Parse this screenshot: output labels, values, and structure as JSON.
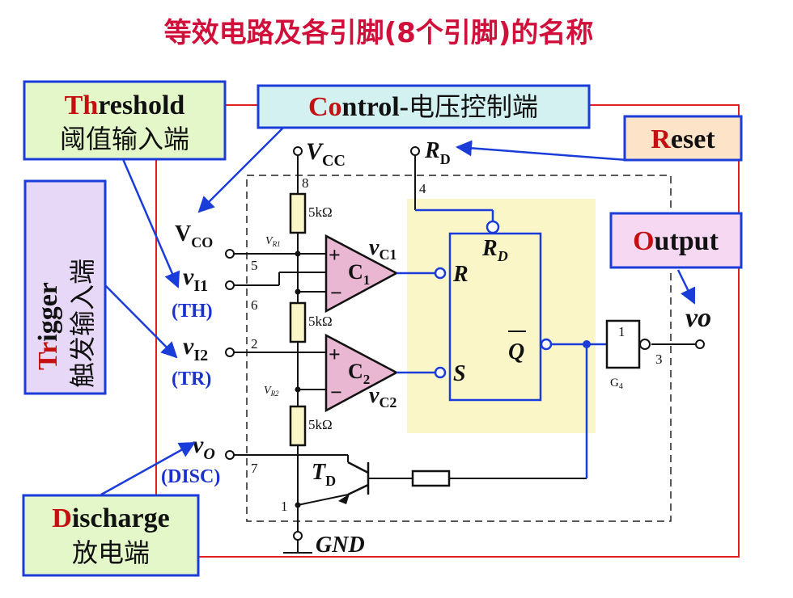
{
  "title": "等效电路及各引脚(8个引脚)的名称",
  "colors": {
    "title": "#d0103a",
    "outline_red": "#e02020",
    "label_blue": "#1a30d0",
    "accent_red": "#c41010",
    "wire_blue": "#1a3cd8",
    "box_green": "#e3f7c9",
    "box_cyan": "#d3f1f1",
    "box_orange": "#fde4c9",
    "box_pink": "#f6d8f2",
    "box_lavender": "#e7d8f8",
    "flipflop_yellow": "#fbf6c8",
    "comparator_pink": "#e9b7d2"
  },
  "callouts": {
    "threshold": {
      "hl": "Th",
      "rest": "reshold",
      "cn": "阈值输入端"
    },
    "control": {
      "hl": "Co",
      "rest": "ntrol-",
      "cn": "电压控制端"
    },
    "reset": {
      "hl": "R",
      "rest": "eset"
    },
    "trigger": {
      "hl": "Tr",
      "rest": "igger",
      "cn": "触发输入端"
    },
    "output": {
      "hl": "O",
      "rest": "utput"
    },
    "discharge": {
      "hl": "D",
      "rest": "ischarge",
      "cn": "放电端"
    }
  },
  "circuit": {
    "vcc": {
      "main": "V",
      "sub": "CC"
    },
    "rd_top": {
      "main": "R",
      "sub": "D"
    },
    "vco": {
      "main": "V",
      "sub": "CO"
    },
    "vi1": {
      "main": "v",
      "sub": "I1"
    },
    "th": "(TH)",
    "vi2": {
      "main": "v",
      "sub": "I2"
    },
    "tr": "(TR)",
    "vo_disc": {
      "main": "v",
      "sub": "O"
    },
    "disc": "(DISC)",
    "vo": "vo",
    "gnd": "GND",
    "vr1": {
      "main": "V",
      "sub": "R1"
    },
    "vr2": {
      "main": "V",
      "sub": "R2"
    },
    "resistor": "5kΩ",
    "pins": {
      "p8": "8",
      "p4": "4",
      "p5": "5",
      "p6": "6",
      "p2": "2",
      "p7": "7",
      "p1": "1",
      "p3": "3"
    },
    "c1": {
      "main": "C",
      "sub": "1"
    },
    "c2": {
      "main": "C",
      "sub": "2"
    },
    "vc1": {
      "main": "v",
      "sub": "C1"
    },
    "vc2": {
      "main": "v",
      "sub": "C2"
    },
    "plus": "+",
    "minus": "−",
    "ff_r": "R",
    "ff_s": "S",
    "ff_q": "Q",
    "ff_rd": {
      "main": "R",
      "sub": "D"
    },
    "gate_one": "1",
    "gate_name": {
      "main": "G",
      "sub": "4"
    },
    "td": {
      "main": "T",
      "sub": "D"
    }
  }
}
